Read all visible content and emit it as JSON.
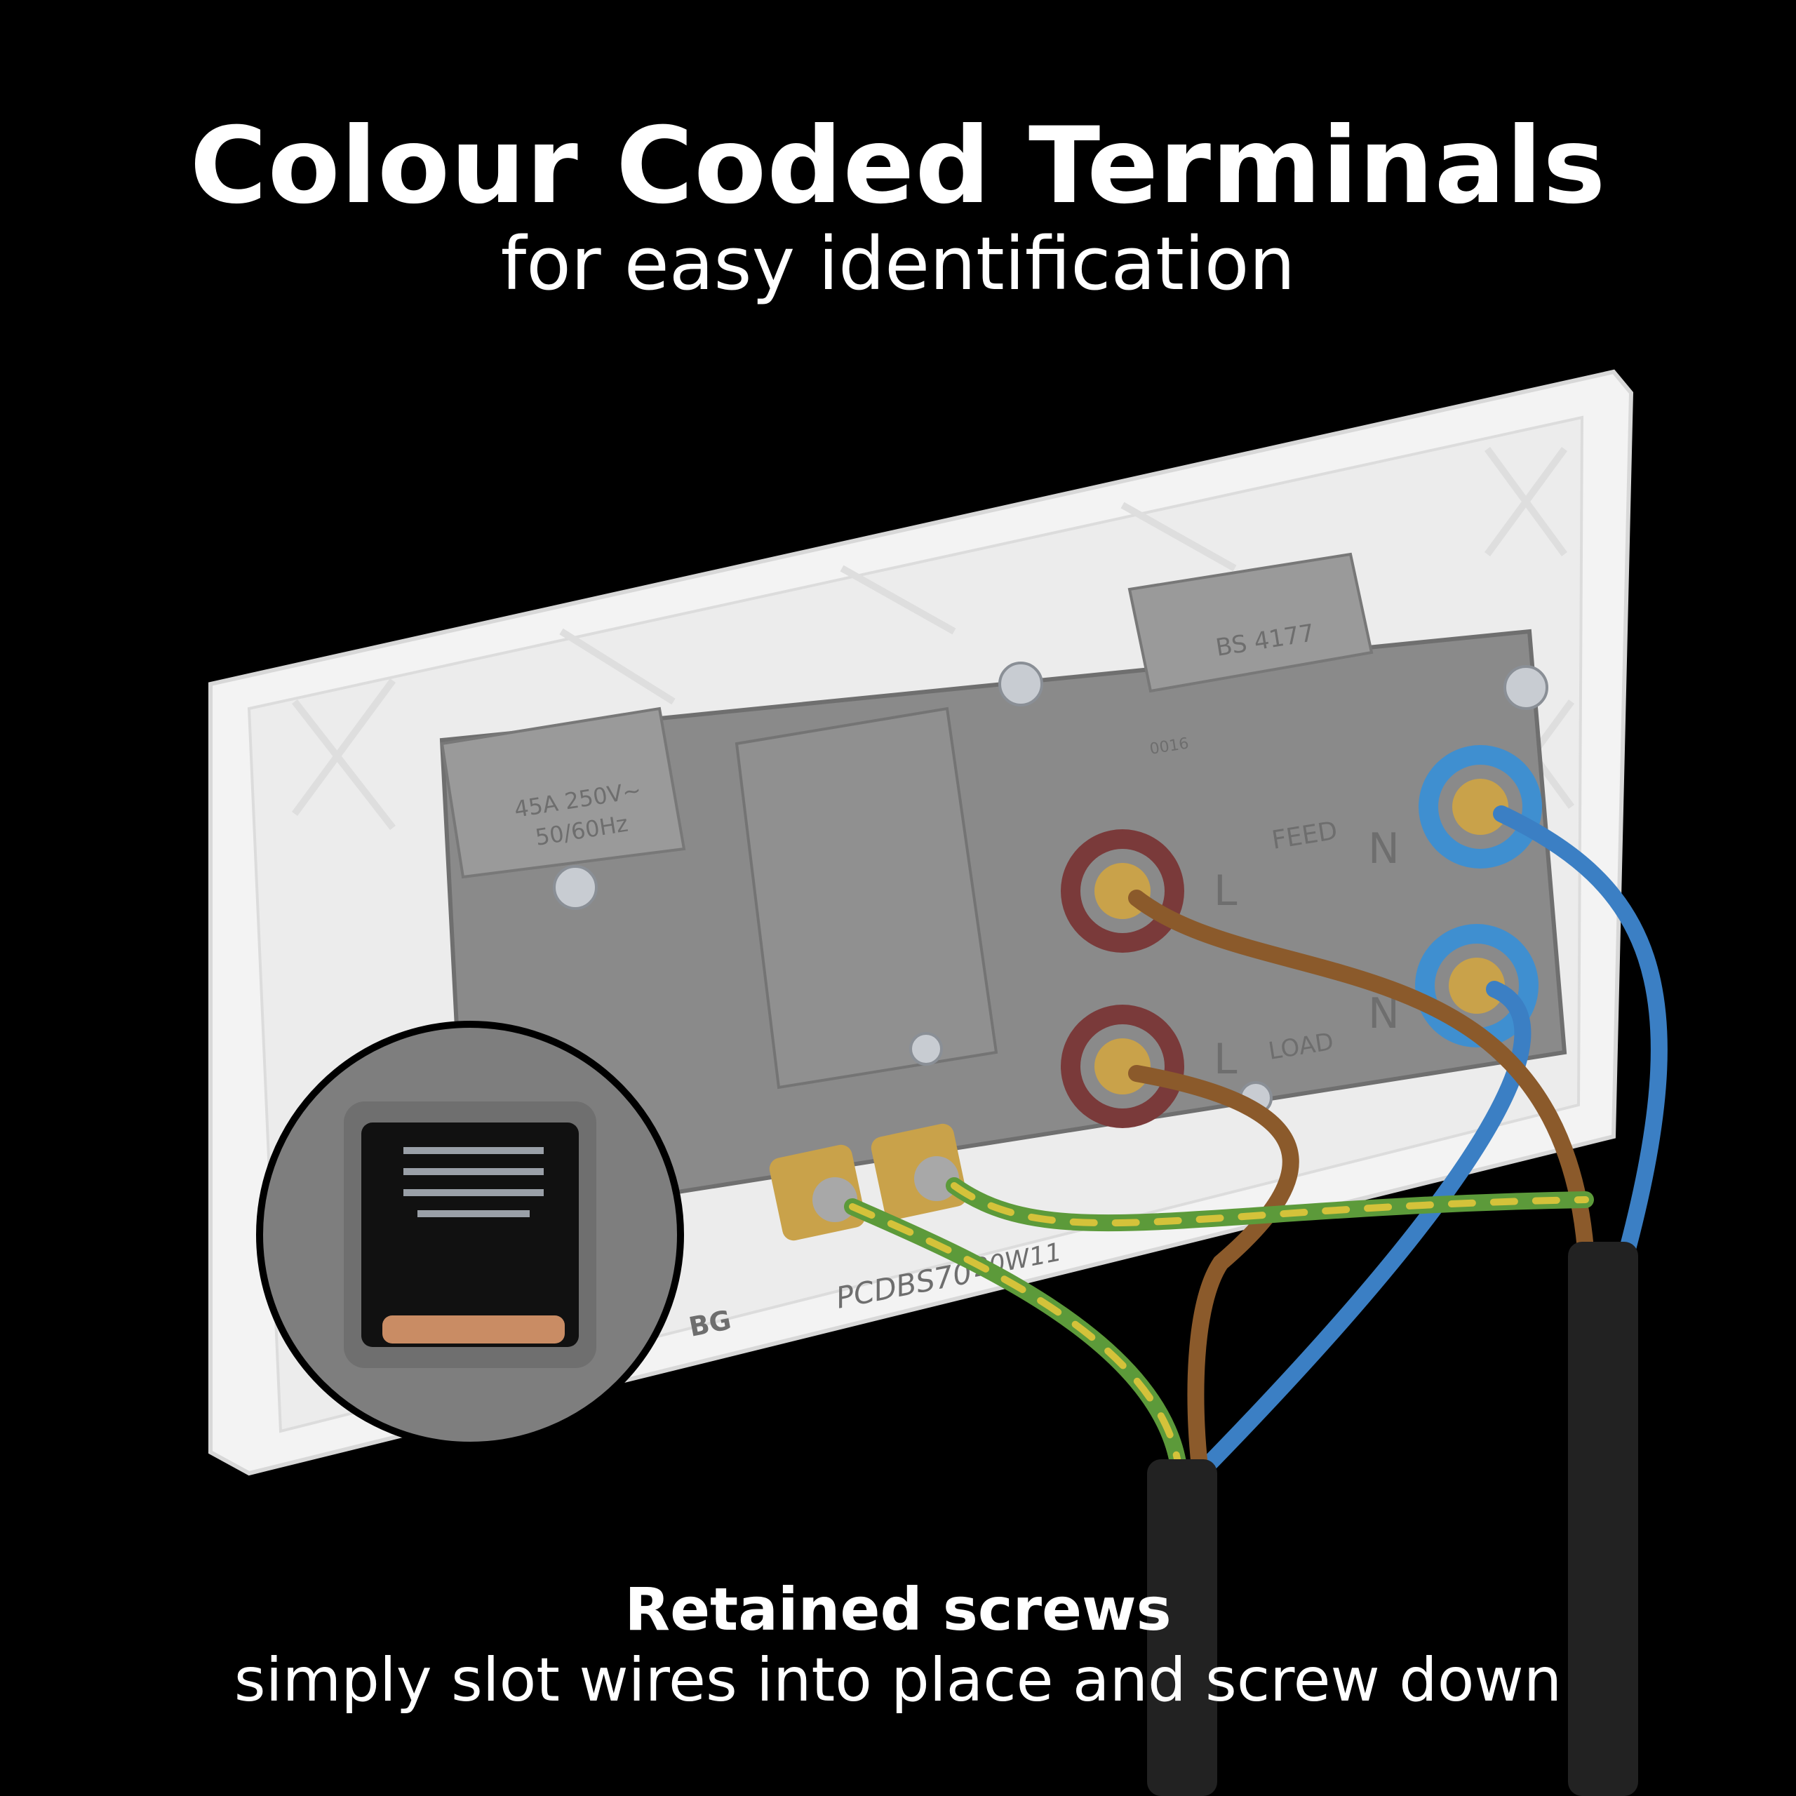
{
  "headline": {
    "title": "Colour Coded Terminals",
    "subtitle": "for easy identification"
  },
  "caption": {
    "title": "Retained screws",
    "body": "simply slot wires into place and screw down"
  },
  "product": {
    "rating_line1": "45A 250V~",
    "rating_line2": "50/60Hz",
    "standard": "BS 4177",
    "feed_label": "FEED",
    "load_label": "LOAD",
    "live_letter": "L",
    "neutral_letter": "N",
    "code_number": "0016",
    "model_code": "PCDBS70",
    "date_code": "20W11",
    "brand_mark": "BG"
  },
  "colors": {
    "background": "#000000",
    "plate": "#f4f4f4",
    "housing": "#8a8a8a",
    "live_ring": "#7a3a3a",
    "neutral_ring": "#3f8fd0",
    "live_wire": "#8b5a2b",
    "neutral_wire": "#3b7fc4",
    "earth_wire_green": "#5c9a3a",
    "earth_wire_yellow": "#d4c23a",
    "brass": "#c9a24a",
    "cable_sheath": "#222222"
  }
}
